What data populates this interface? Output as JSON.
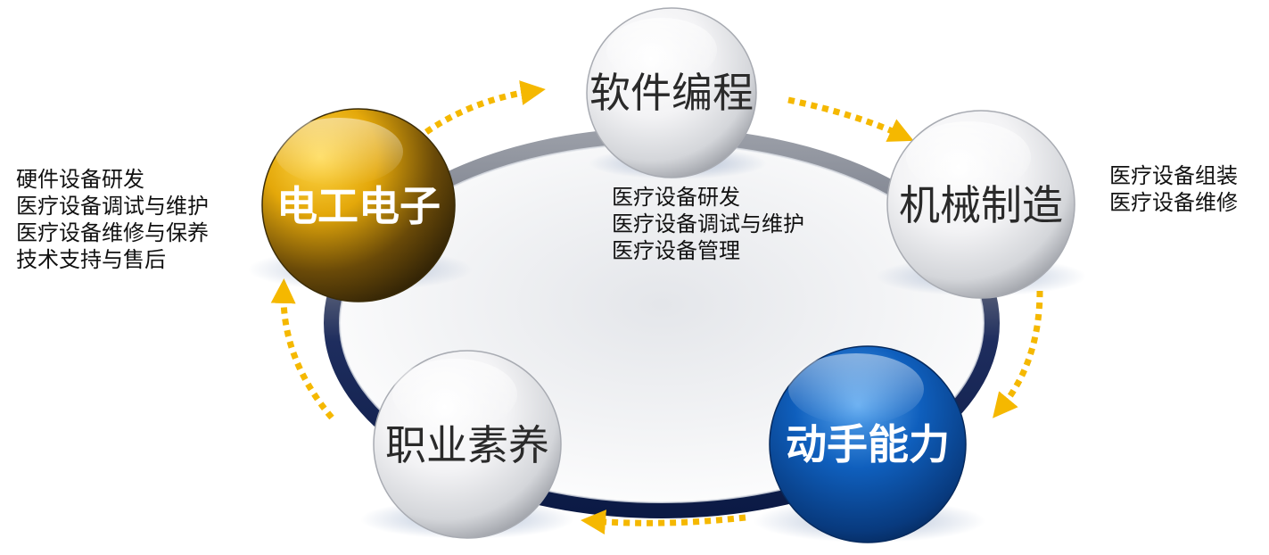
{
  "nodes": {
    "software": {
      "label": "软件编程",
      "color": "#3a3a3a"
    },
    "mechanical": {
      "label": "机械制造",
      "color": "#3a3a3a"
    },
    "electrical": {
      "label": "电工电子",
      "color": "#ffffff"
    },
    "hands_on": {
      "label": "动手能力",
      "color": "#ffffff"
    },
    "professional": {
      "label": "职业素养",
      "color": "#3a3a3a"
    }
  },
  "notes": {
    "left": [
      "硬件设备研发",
      "医疗设备调试与维护",
      "医疗设备维修与保养",
      "技术支持与售后"
    ],
    "center": [
      "医疗设备研发",
      "医疗设备调试与维护",
      "医疗设备管理"
    ],
    "right": [
      "医疗设备组装",
      "医疗设备维修"
    ]
  },
  "colors": {
    "ring_dark": "#0f1f4e",
    "ring_light": "#8a8e98",
    "arrow": "#f5b800",
    "gold": "#e5a90b",
    "blue": "#0a5cb8"
  }
}
